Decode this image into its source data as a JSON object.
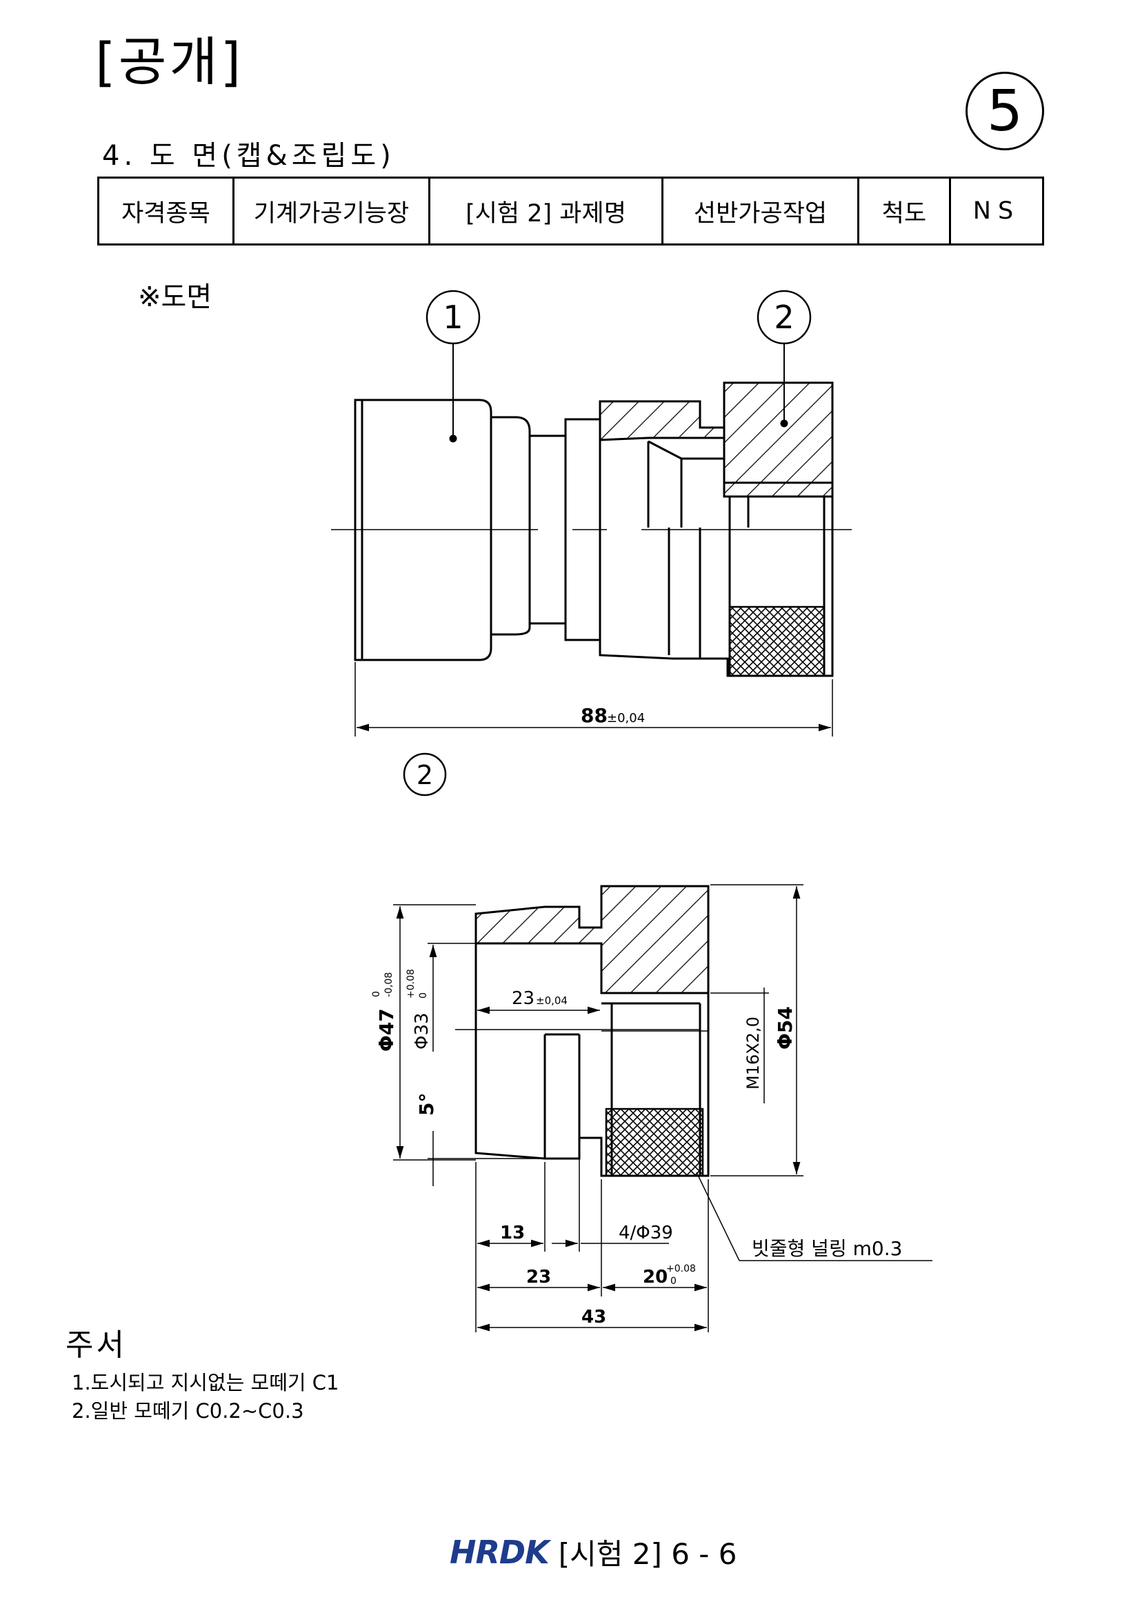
{
  "header": {
    "disclosure_label": "[공개]",
    "page_marker": "5",
    "section_title": "4. 도 면(캡&조립도)"
  },
  "info_table": {
    "qualification_label": "자격종목",
    "qualification_value": "기계가공기능장",
    "exam_label": "[시험 2] 과제명",
    "task_value": "선반가공작업",
    "scale_label": "척도",
    "scale_value": "NS"
  },
  "drawing": {
    "heading": "※도면",
    "assembly": {
      "balloon_1": "1",
      "balloon_2": "2",
      "overall_length_value": "88",
      "overall_length_tol": "±0,04"
    },
    "part_balloon": "2",
    "part": {
      "dia_47": "Φ47",
      "dia_47_tol_upper": "0",
      "dia_47_tol_lower": "-0,08",
      "dia_33": "Φ33",
      "dia_33_tol_upper": "+0.08",
      "dia_33_tol_lower": "0",
      "angle": "5°",
      "depth_23_value": "23",
      "depth_23_tol": "±0,04",
      "thread": "M16X2,0",
      "dia_54": "Φ54",
      "dim_13": "13",
      "groove": "4/Φ39",
      "dim_23": "23",
      "dim_20": "20",
      "dim_20_tol_upper": "+0.08",
      "dim_20_tol_lower": "0",
      "dim_43": "43",
      "knurl_note": "빗줄형 널링 m0.3"
    }
  },
  "notes": {
    "title": "주서",
    "items": [
      "1.도시되고 지시없는 모떼기  C1",
      "2.일반 모떼기 C0.2~C0.3"
    ]
  },
  "footer": {
    "logo": "HRDK",
    "page_label": "[시험 2] 6 - 6"
  }
}
